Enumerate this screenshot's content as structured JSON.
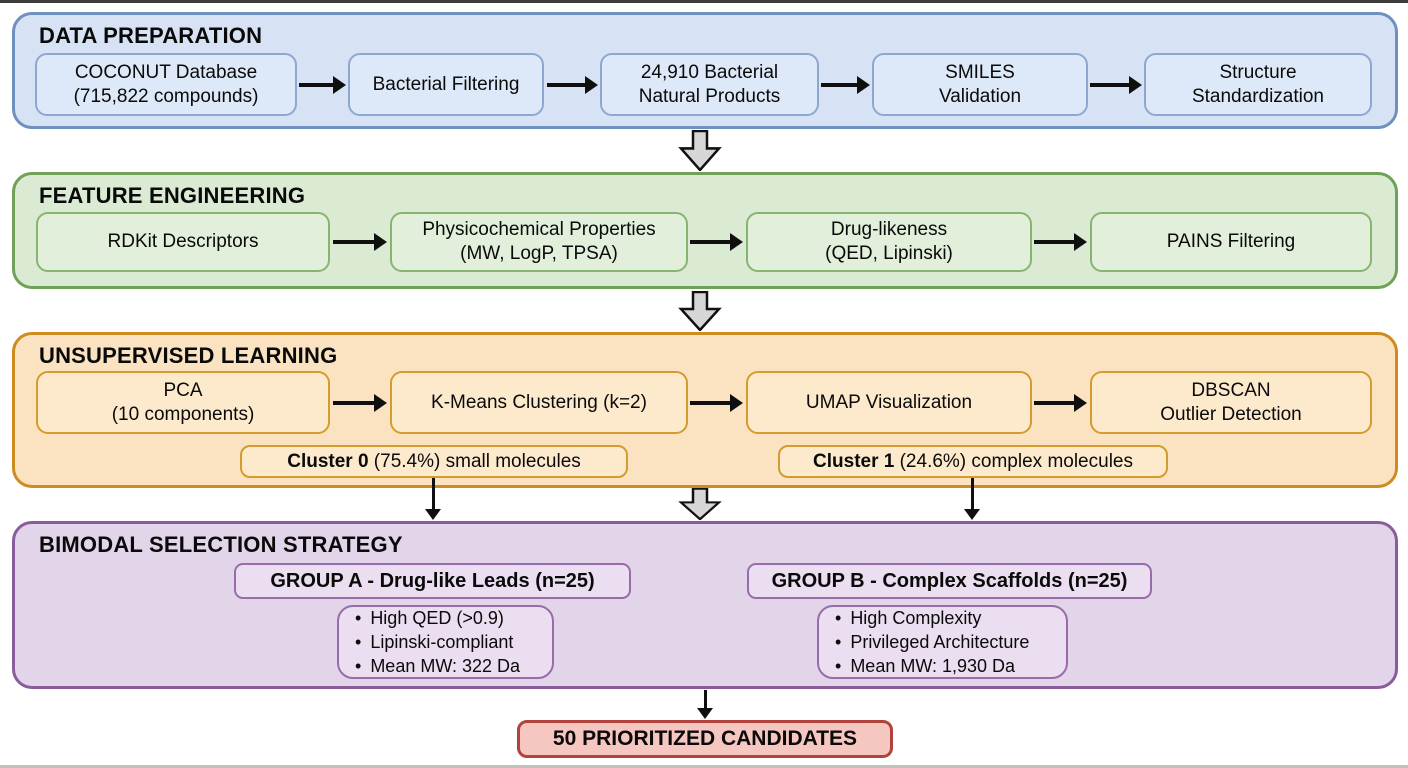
{
  "diagram": {
    "data_preparation": {
      "title": "DATA PREPARATION",
      "boxes": [
        {
          "line1": "COCONUT Database",
          "line2": "(715,822 compounds)"
        },
        {
          "line1": "Bacterial Filtering",
          "line2": ""
        },
        {
          "line1": "24,910 Bacterial",
          "line2": "Natural Products"
        },
        {
          "line1": "SMILES",
          "line2": "Validation"
        },
        {
          "line1": "Structure",
          "line2": "Standardization"
        }
      ]
    },
    "feature_engineering": {
      "title": "FEATURE ENGINEERING",
      "boxes": [
        {
          "line1": "RDKit Descriptors",
          "line2": ""
        },
        {
          "line1": "Physicochemical Properties",
          "line2": "(MW, LogP, TPSA)"
        },
        {
          "line1": "Drug-likeness",
          "line2": "(QED, Lipinski)"
        },
        {
          "line1": "PAINS Filtering",
          "line2": ""
        }
      ]
    },
    "unsupervised_learning": {
      "title": "UNSUPERVISED LEARNING",
      "boxes": [
        {
          "line1": "PCA",
          "line2": "(10 components)"
        },
        {
          "line1": "K-Means Clustering (k=2)",
          "line2": ""
        },
        {
          "line1": "UMAP Visualization",
          "line2": ""
        },
        {
          "line1": "DBSCAN",
          "line2": "Outlier Detection"
        }
      ],
      "clusters": [
        {
          "label": "Cluster 0",
          "rest": " (75.4%) small molecules"
        },
        {
          "label": "Cluster 1",
          "rest": " (24.6%) complex molecules"
        }
      ]
    },
    "bimodal_selection": {
      "title": "BIMODAL SELECTION STRATEGY",
      "group_a": {
        "header": "GROUP A - Drug-like Leads (n=25)",
        "bullets": [
          "High QED (>0.9)",
          "Lipinski-compliant",
          "Mean MW: 322 Da"
        ]
      },
      "group_b": {
        "header": "GROUP B - Complex Scaffolds (n=25)",
        "bullets": [
          "High Complexity",
          "Privileged Architecture",
          "Mean MW: 1,930 Da"
        ]
      }
    },
    "final": {
      "label": "50 PRIORITIZED CANDIDATES"
    }
  },
  "colors": {
    "data_preparation_fill": "#d7e3f5",
    "data_preparation_border": "#7090c0",
    "feature_engineering_fill": "#dbead3",
    "feature_engineering_border": "#6fa158",
    "unsupervised_fill": "#fbe3c2",
    "unsupervised_border": "#cd8b20",
    "bimodal_fill": "#e3d5e9",
    "bimodal_border": "#8a5c9c",
    "final_fill": "#f6c6c1",
    "final_border": "#b2423c",
    "block_arrow_fill": "#d6d6d6",
    "arrow_color": "#0f0f0f"
  }
}
